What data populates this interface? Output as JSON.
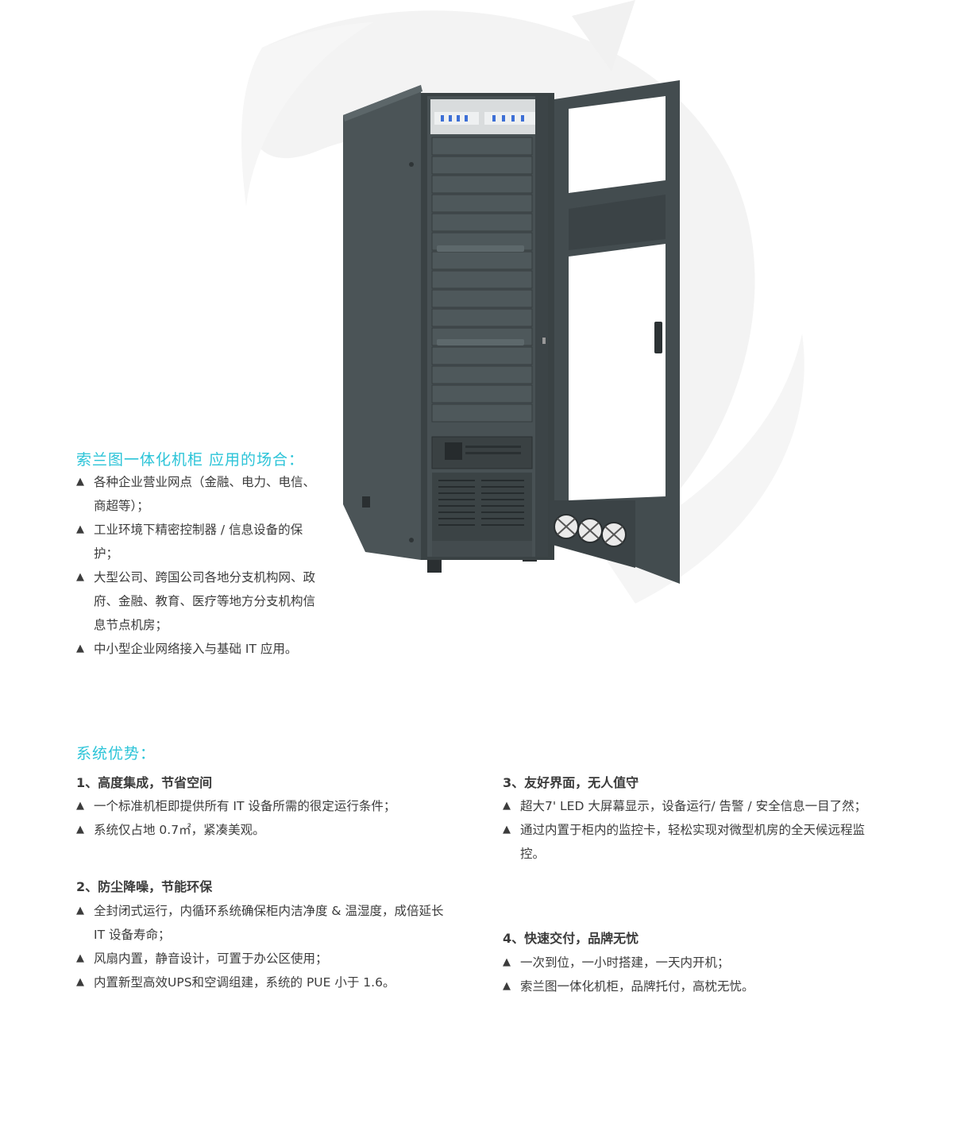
{
  "application": {
    "title": "索兰图一体化机柜 应用的场合：",
    "items": [
      "各种企业营业网点（金融、电力、电信、商超等）；",
      "工业环境下精密控制器 / 信息设备的保护；",
      "大型公司、跨国公司各地分支机构网、政府、金融、教育、医疗等地方分支机构信息节点机房；",
      "中小型企业网络接入与基础 IT 应用。"
    ]
  },
  "advantages": {
    "title": "系统优势：",
    "groups": [
      {
        "heading": "1、高度集成，节省空间",
        "items": [
          "一个标准机柜即提供所有 IT 设备所需的很定运行条件；",
          "系统仅占地 0.7㎡，紧凑美观。"
        ]
      },
      {
        "heading": "2、防尘降噪，节能环保",
        "items": [
          "全封闭式运行，内循环系统确保柜内洁净度 & 温湿度，成倍延长 IT 设备寿命；",
          "风扇内置，静音设计，可置于办公区使用；",
          "内置新型高效UPS和空调组建，系统的 PUE 小于 1.6。"
        ]
      },
      {
        "heading": "3、友好界面，无人值守",
        "items": [
          "超大7' LED 大屏幕显示，设备运行/ 告警 / 安全信息一目了然；",
          "通过内置于柜内的监控卡，轻松实现对微型机房的全天候远程监控。"
        ]
      },
      {
        "heading": "4、快速交付，品牌无忧",
        "items": [
          "一次到位，一小时搭建，一天内开机；",
          "索兰图一体化机柜，品牌托付，高枕无忧。"
        ]
      }
    ]
  },
  "bullet_symbol": "▲",
  "colors": {
    "accent": "#2cc4d8",
    "text": "#3c3c3c",
    "cabinet": "#3f4749"
  }
}
